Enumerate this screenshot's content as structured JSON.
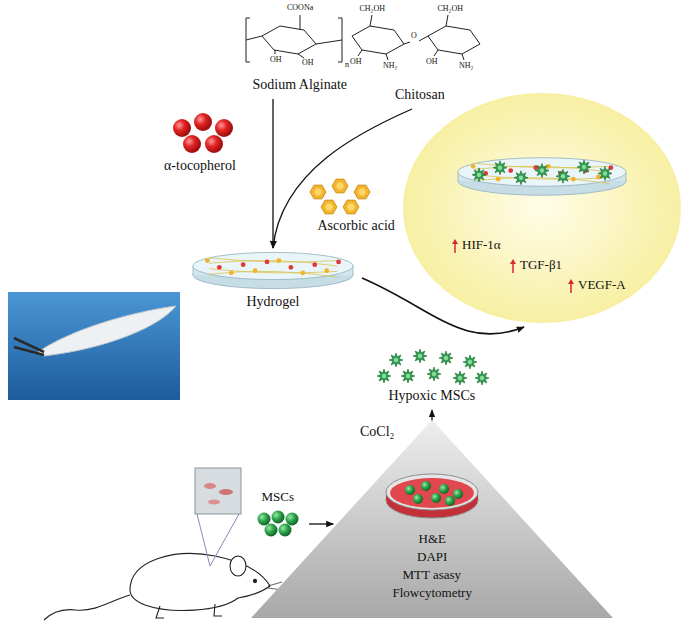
{
  "diagram": {
    "nodes": [
      {
        "text": [
          "Sodium Alginate"
        ]
      },
      {
        "text": [
          "Chitosan"
        ]
      },
      {
        "text": [
          "Hydrogel"
        ]
      },
      {
        "text": [
          "HIF-1α",
          "TGF-β1",
          "VEGF-A"
        ]
      },
      {
        "text": [
          "Hypoxic MSCs"
        ]
      },
      {
        "text": [
          "CoCl₂",
          "H&E",
          "DAPI",
          "MTT asasy",
          "Flowcytometry"
        ]
      },
      {
        "text": [
          "MSCs"
        ]
      }
    ],
    "edges": [
      {
        "from": 0,
        "to": 2,
        "arrow": "to"
      },
      {
        "from": 1,
        "to": 2,
        "arrow": "to"
      },
      {
        "from": 2,
        "to": 3,
        "arrow": "to"
      },
      {
        "from": 5,
        "to": 4,
        "arrow": "to"
      },
      {
        "from": 6,
        "to": 5,
        "arrow": "to"
      }
    ],
    "labels": [
      "COONa",
      "OH",
      "OH",
      "n",
      "CH₂OH",
      "OH",
      "NH₂",
      "O",
      "CH₂OH",
      "OH",
      "NH₂",
      "α-tocopherol",
      "Ascorbic acid"
    ]
  }
}
